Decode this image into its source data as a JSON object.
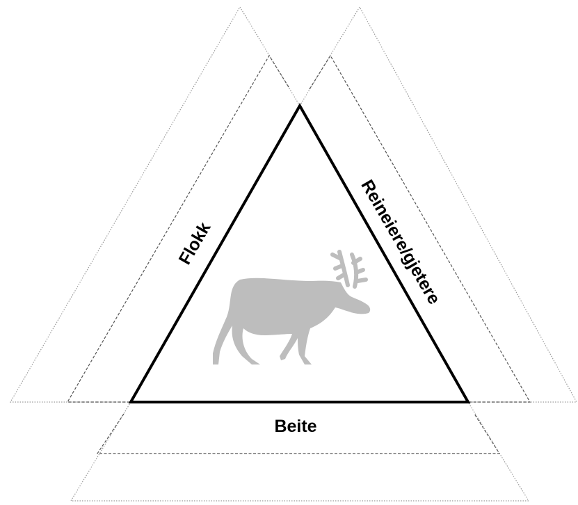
{
  "labels": {
    "left_side": "Flokk",
    "right_side": "Reineiere/gjetere",
    "bottom_side": "Beite"
  },
  "colors": {
    "main_outline": "#000000",
    "reindeer_fill": "#bdbdbd",
    "outer_lines": "#9a9a9a",
    "inner_lines": "#555555"
  },
  "icon": "reindeer-silhouette"
}
